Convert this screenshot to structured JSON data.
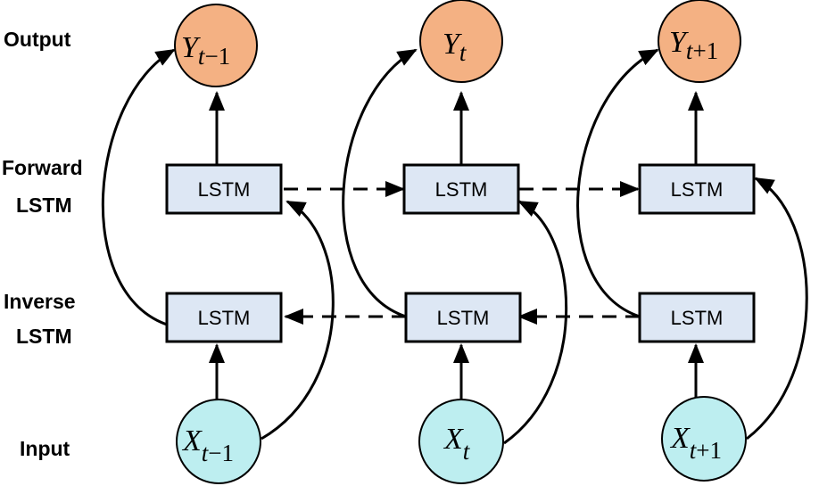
{
  "row_labels": {
    "output": "Output",
    "forward_1": "Forward",
    "forward_2": "LSTM",
    "inverse_1": "Inverse",
    "inverse_2": "LSTM",
    "input": "Input"
  },
  "cell_label": "LSTM",
  "outputs": [
    {
      "base": "Y",
      "sub_var": "t",
      "sub_rest": "−1"
    },
    {
      "base": "Y",
      "sub_var": "t",
      "sub_rest": ""
    },
    {
      "base": "Y",
      "sub_var": "t",
      "sub_rest": "+1"
    }
  ],
  "inputs": [
    {
      "base": "X",
      "sub_var": "t",
      "sub_rest": "−1"
    },
    {
      "base": "X",
      "sub_var": "t",
      "sub_rest": ""
    },
    {
      "base": "X",
      "sub_var": "t",
      "sub_rest": "+1"
    }
  ],
  "colors": {
    "output_fill": "#f4b183",
    "input_fill": "#bdeef0",
    "lstm_fill": "#dde7f4",
    "stroke": "#000000"
  }
}
